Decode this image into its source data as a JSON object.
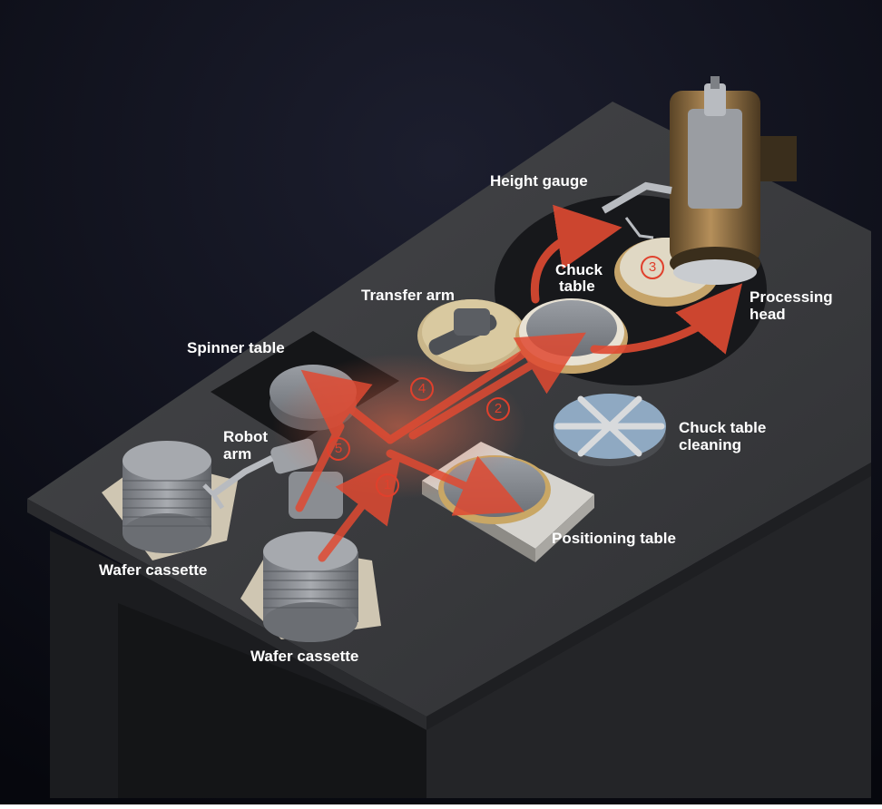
{
  "labels": {
    "height_gauge": "Height gauge",
    "chuck_table_line1": "Chuck",
    "chuck_table_line2": "table",
    "transfer_arm": "Transfer arm",
    "processing_head_line1": "Processing",
    "processing_head_line2": "head",
    "spinner_table": "Spinner table",
    "robot_arm_line1": "Robot",
    "robot_arm_line2": "arm",
    "chuck_table_cleaning_line1": "Chuck table",
    "chuck_table_cleaning_line2": "cleaning",
    "positioning_table": "Positioning table",
    "wafer_cassette_left": "Wafer cassette",
    "wafer_cassette_bottom": "Wafer cassette"
  },
  "steps": {
    "step1": "1",
    "step2": "2",
    "step3": "3",
    "step4": "4",
    "step5": "5"
  },
  "colors": {
    "background": "#0a0b14",
    "machine_top": "#3a3b3e",
    "arrow": "#e04a32",
    "label_text": "#ffffff"
  }
}
